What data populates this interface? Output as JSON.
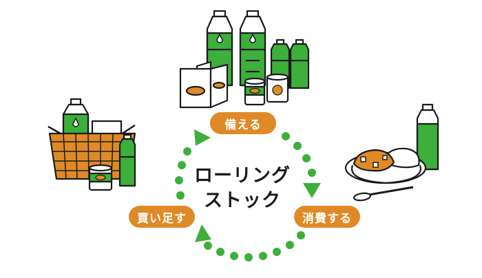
{
  "colors": {
    "green": "#3daf3b",
    "orange": "#df8a27",
    "ink": "#1a1a1a",
    "light": "#ffffff"
  },
  "steps": {
    "prepare": "備える",
    "consume": "消費する",
    "restock": "買い足す"
  },
  "center": {
    "line1": "ローリング",
    "line2": "ストック"
  },
  "icons": {
    "stock": "stockpile-bottles-and-food-icon",
    "meal": "curry-rice-plate-icon",
    "basket": "shopping-basket-icon"
  }
}
